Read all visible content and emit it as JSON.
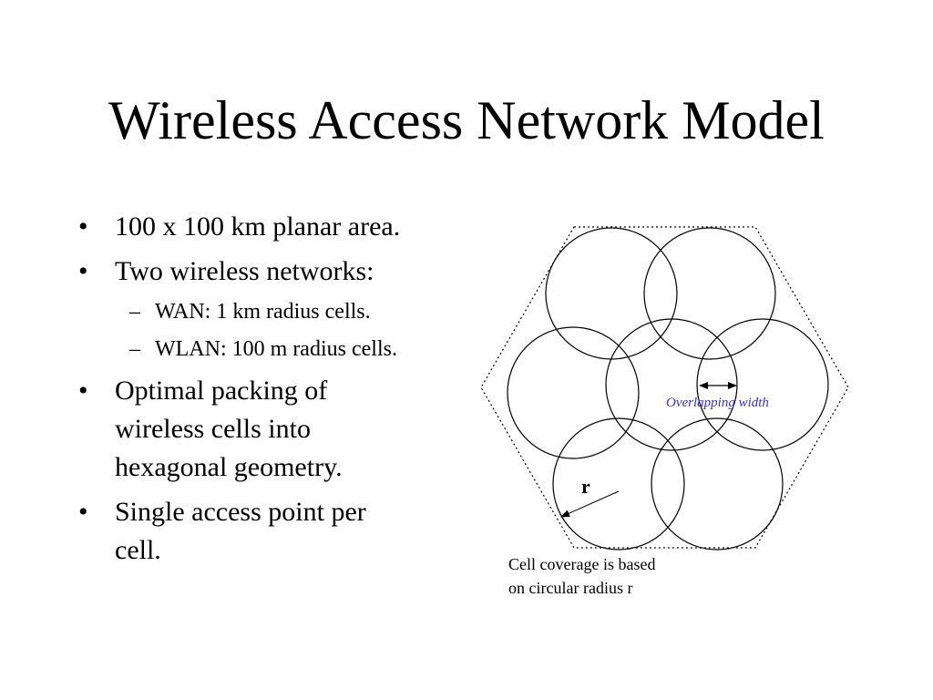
{
  "title": "Wireless Access Network Model",
  "bullets": [
    {
      "mark": "•",
      "text": "100 x 100 km planar area."
    },
    {
      "mark": "•",
      "text": "Two wireless networks:"
    },
    {
      "mark": "•",
      "text": "Optimal packing of wireless cells into hexagonal geometry."
    },
    {
      "mark": "•",
      "text": "Single access point per cell."
    }
  ],
  "sub_bullets": [
    {
      "mark": "–",
      "text": "WAN: 1 km radius cells."
    },
    {
      "mark": "–",
      "text": "WLAN: 100 m radius cells."
    }
  ],
  "diagram": {
    "radius_label": "r",
    "overlap_label": "Overlapping width",
    "overlap_label_color": "#3333cc"
  },
  "caption": {
    "line1": "Cell coverage is based",
    "line2": "on circular radius r"
  }
}
